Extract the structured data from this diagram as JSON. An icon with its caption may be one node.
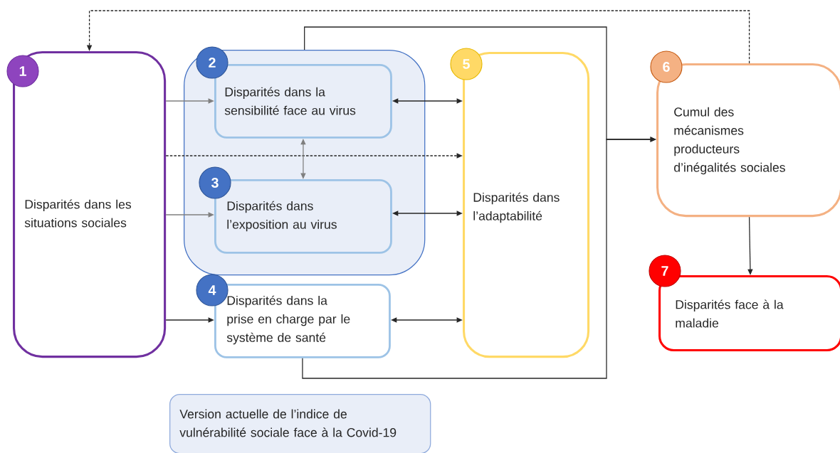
{
  "diagram": {
    "nodes": [
      {
        "text": [
          "1",
          "Disparités dans les situations sociales"
        ]
      },
      {
        "text": [],
        "shape": "box"
      },
      {
        "text": [
          "2",
          "Disparités dans la sensibilité face au virus"
        ],
        "in": 1
      },
      {
        "text": [
          "3",
          "Disparités dans l’exposition au virus"
        ],
        "in": 1
      },
      {
        "text": [
          "4",
          "Disparités dans la prise en charge par le système de santé"
        ]
      },
      {
        "text": [
          "5",
          "Disparités dans l’adaptabilité"
        ]
      },
      {
        "text": [
          "6",
          "Cumul des mécanismes producteurs d’inégalités sociales"
        ]
      },
      {
        "text": [
          "7",
          "Disparités face à la maladie"
        ]
      },
      {
        "text": [
          "Version actuelle de l’indice de vulnérabilité sociale face à la Covid-19"
        ]
      }
    ],
    "edges": [
      {
        "from": 0,
        "to": 2,
        "arrow": "to",
        "color": "#7f7f7f"
      },
      {
        "from": 0,
        "to": 3,
        "arrow": "to",
        "color": "#7f7f7f"
      },
      {
        "from": 0,
        "to": 5,
        "arrow": "to",
        "style": "dashed"
      },
      {
        "from": 0,
        "to": 4,
        "arrow": "to"
      },
      {
        "from": 2,
        "to": 5,
        "arrow": "both"
      },
      {
        "from": 3,
        "to": 5,
        "arrow": "both"
      },
      {
        "from": 4,
        "to": 5,
        "arrow": "both"
      },
      {
        "from": 2,
        "to": 3,
        "arrow": "both",
        "color": "#7f7f7f"
      },
      {
        "from": 1,
        "to": 6,
        "arrow": "to"
      },
      {
        "from": 4,
        "to": 6,
        "arrow": "to"
      },
      {
        "from": 6,
        "to": 0,
        "arrow": "to",
        "style": "dashed"
      },
      {
        "from": 6,
        "to": 7,
        "arrow": "to"
      }
    ]
  }
}
